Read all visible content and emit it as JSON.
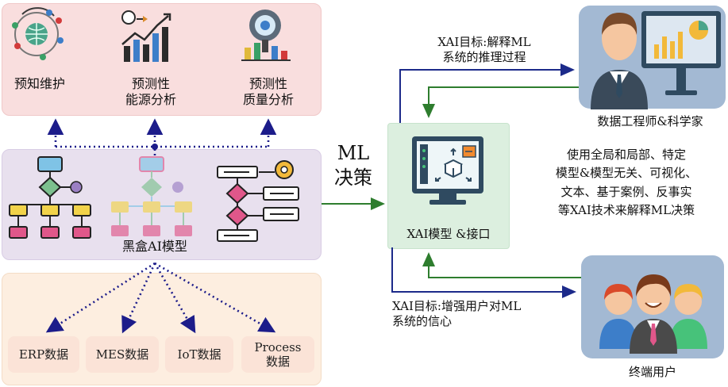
{
  "top_panel": {
    "items": [
      {
        "label": "预知维护"
      },
      {
        "label": "预测性\n能源分析"
      },
      {
        "label": "预测性\n质量分析"
      }
    ]
  },
  "middle_panel": {
    "label": "黑盒AI模型"
  },
  "bottom_panel": {
    "items": [
      {
        "label": "ERP数据"
      },
      {
        "label": "MES数据"
      },
      {
        "label": "IoT数据"
      },
      {
        "label": "Process\n数据"
      }
    ]
  },
  "ml_decision": {
    "label": "ML\n决策"
  },
  "xai_box": {
    "label": "XAI模型 &接口"
  },
  "goal_top": {
    "label": "XAI目标:解释ML\n系统的推理过程"
  },
  "goal_bottom": {
    "label": "XAI目标:增强用户对ML\n系统的信心"
  },
  "data_scientist": {
    "label": "数据工程师&科学家"
  },
  "end_user": {
    "label": "终端用户"
  },
  "techniques": {
    "label": "使用全局和局部、特定\n模型&模型无关、可视化、\n文本、基于案例、反事实\n等XAI技术来解释ML决策"
  },
  "colors": {
    "top_panel": "#f9dede",
    "middle_panel": "#e8e0ee",
    "bottom_panel": "#fdeee0",
    "xai_panel": "#dcefdf",
    "person_panel": "#a3b9d3",
    "arrow_blue": "#1c2a8a",
    "arrow_green": "#2e7d2e",
    "dotted": "#1c1c8a"
  }
}
